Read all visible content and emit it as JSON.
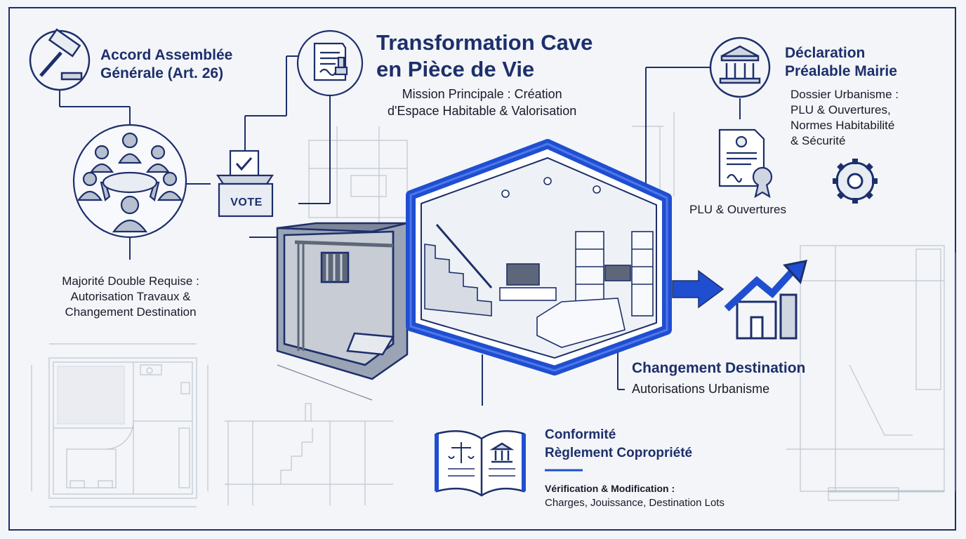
{
  "title": {
    "line1": "Transformation Cave",
    "line2": "en Pièce de Vie"
  },
  "subtitle": {
    "line1": "Mission Principale : Création",
    "line2": "d'Espace Habitable & Valorisation"
  },
  "assembly": {
    "heading_line1": "Accord Assemblée",
    "heading_line2": "Générale (Art. 26)",
    "detail_line1": "Majorité Double Requise :",
    "detail_line2": "Autorisation Travaux &",
    "detail_line3": "Changement Destination"
  },
  "vote": {
    "label": "VOTE"
  },
  "mairie": {
    "heading_line1": "Déclaration",
    "heading_line2": "Préalable Mairie",
    "detail_line1": "Dossier Urbanisme :",
    "detail_line2": "PLU & Ouvertures,",
    "detail_line3": "Normes Habitabilité",
    "detail_line4": "& Sécurité",
    "plu_label": "PLU & Ouvertures"
  },
  "destination": {
    "heading": "Changement Destination",
    "detail": "Autorisations Urbanisme"
  },
  "copro": {
    "heading_line1": "Conformité",
    "heading_line2": "Règlement Copropriété",
    "detail_heading": "Vérification & Modification :",
    "detail_body": "Charges, Jouissance, Destination Lots"
  },
  "colors": {
    "navy": "#1d2f6b",
    "blue_accent": "#1f4fd0",
    "background": "#f3f5f8"
  },
  "icons": [
    "gavel-icon",
    "document-stamp-icon",
    "meeting-people-icon",
    "ballot-box-icon",
    "town-hall-icon",
    "certificate-icon",
    "gear-icon",
    "open-book-icon",
    "house-growth-icon",
    "arrow-right-icon"
  ]
}
